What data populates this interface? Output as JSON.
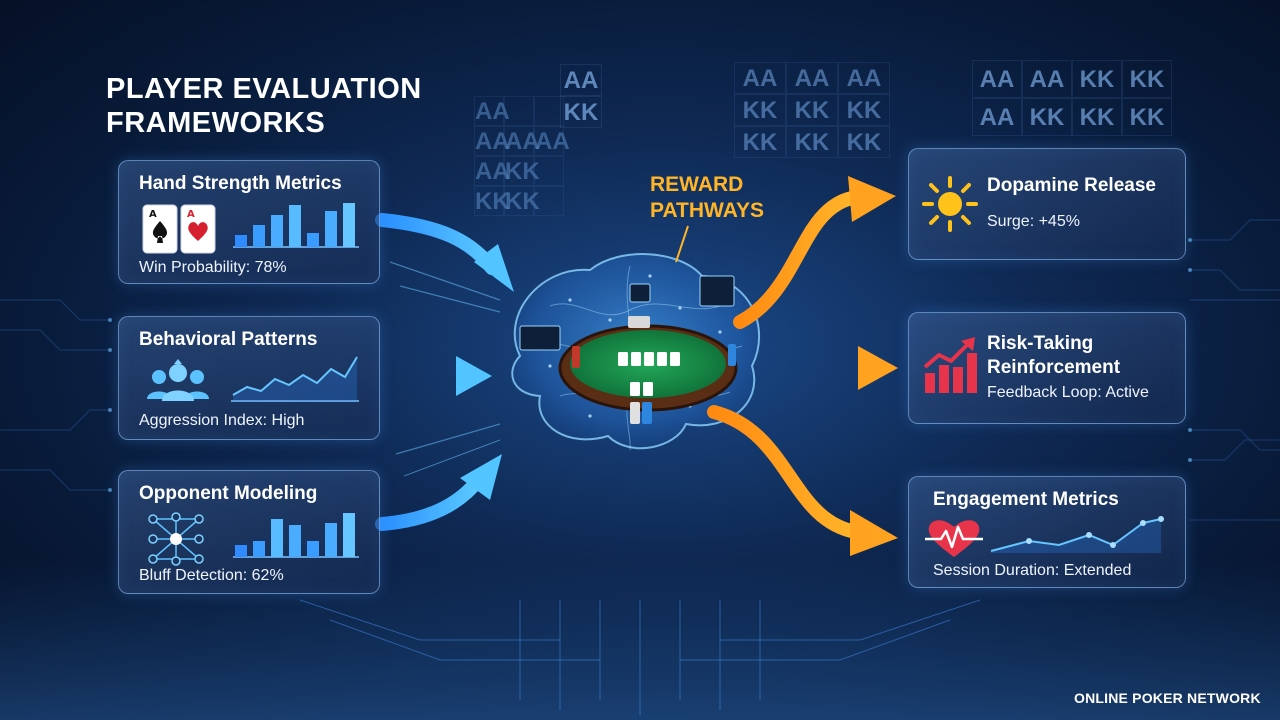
{
  "title": "PLAYER EVALUATION FRAMEWORKS",
  "reward_label": "REWARD PATHWAYS",
  "footer": "ONLINE POKER NETWORK",
  "left_cards": [
    {
      "title": "Hand Strength Metrics",
      "text": "Win Probability: 78%",
      "icon": "playing-cards-icon",
      "chart": "bar-chart-icon"
    },
    {
      "title": "Behavioral Patterns",
      "text": "Aggression Index: High",
      "icon": "users-group-icon",
      "chart": "line-chart-icon"
    },
    {
      "title": "Opponent Modeling",
      "text": "Bluff Detection: 62%",
      "icon": "network-node-icon",
      "chart": "bar-chart-icon"
    }
  ],
  "right_cards": [
    {
      "title": "Dopamine Release",
      "text": "Surge: +45%",
      "icon": "sun-burst-icon"
    },
    {
      "title_line1": "Risk-Taking",
      "title_line2": "Reinforcement",
      "text": "Feedback Loop: Active",
      "icon": "rising-bar-chart-icon"
    },
    {
      "title": "Engagement Metrics",
      "text": "Session Duration: Extended",
      "icon": "heartbeat-icon",
      "chart": "line-chart-icon"
    }
  ],
  "hand_grids": {
    "grid_a": [
      [
        "AA",
        "",
        ""
      ],
      [
        "AA",
        "AA",
        "AA"
      ],
      [
        "AA",
        "KK",
        ""
      ],
      [
        "KK",
        "KK",
        ""
      ]
    ],
    "grid_b": [
      [
        "AA"
      ],
      [
        "KK"
      ]
    ],
    "grid_c": [
      [
        "AA",
        "AA",
        "AA"
      ],
      [
        "KK",
        "KK",
        "KK"
      ],
      [
        "KK",
        "KK",
        "KK"
      ]
    ],
    "grid_d": [
      [
        "AA",
        "AA",
        "KK",
        "KK"
      ],
      [
        "AA",
        "KK",
        "KK",
        "KK"
      ]
    ]
  },
  "colors": {
    "accent_blue": "#3fb4ff",
    "accent_orange": "#ffa21f",
    "reward_text": "#ffb526",
    "card_border": "#96c8ff",
    "heart_red": "#e8344a",
    "sun_yellow": "#ffc21a"
  }
}
